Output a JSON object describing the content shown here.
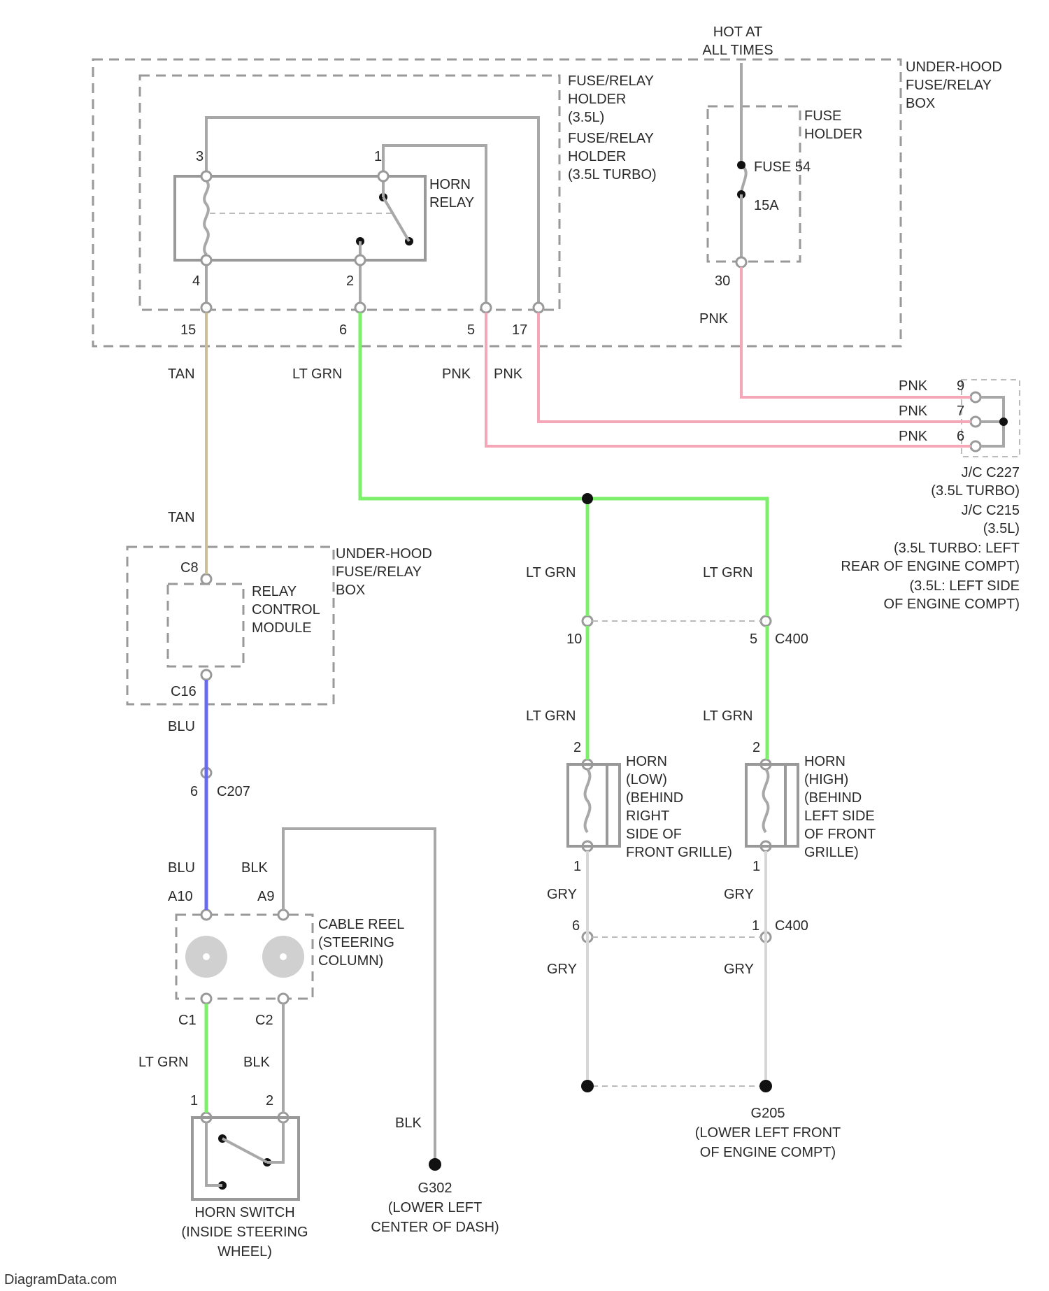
{
  "labels": {
    "hot_at_all_times_1": "HOT AT",
    "hot_at_all_times_2": "ALL TIMES",
    "underhood_box_1": "UNDER-HOOD",
    "underhood_box_2": "FUSE/RELAY",
    "underhood_box_3": "BOX",
    "fuse_holder_35_1": "FUSE/RELAY",
    "fuse_holder_35_2": "HOLDER",
    "fuse_holder_35_3": "(3.5L)",
    "fuse_holder_turbo_1": "FUSE/RELAY",
    "fuse_holder_turbo_2": "HOLDER",
    "fuse_holder_turbo_3": "(3.5L TURBO)",
    "horn_relay_1": "HORN",
    "horn_relay_2": "RELAY",
    "fuse_holder_1": "FUSE",
    "fuse_holder_2": "HOLDER",
    "fuse_name": "FUSE 54",
    "fuse_rating": "15A",
    "pin_3": "3",
    "pin_1": "1",
    "pin_4": "4",
    "pin_2": "2",
    "pin_15": "15",
    "pin_6": "6",
    "pin_5": "5",
    "pin_17": "17",
    "pin_30": "30",
    "wire_tan": "TAN",
    "wire_ltgrn": "LT GRN",
    "wire_pnk": "PNK",
    "wire_blu": "BLU",
    "wire_blk": "BLK",
    "wire_gry": "GRY",
    "jc_pin_9": "9",
    "jc_pin_7": "7",
    "jc_pin_6": "6",
    "jc_1": "J/C C227",
    "jc_2": "(3.5L TURBO)",
    "jc_3": "J/C C215",
    "jc_4": "(3.5L)",
    "jc_5": "(3.5L TURBO: LEFT",
    "jc_6": "REAR OF ENGINE COMPT)",
    "jc_7": "(3.5L: LEFT SIDE",
    "jc_8": "OF ENGINE COMPT)",
    "rcm_box_1": "UNDER-HOOD",
    "rcm_box_2": "FUSE/RELAY",
    "rcm_box_3": "BOX",
    "rcm_1": "RELAY",
    "rcm_2": "CONTROL",
    "rcm_3": "MODULE",
    "pin_c8": "C8",
    "pin_c16": "C16",
    "pin_10": "10",
    "pin_5b": "5",
    "c400": "C400",
    "c207_pin": "6",
    "c207": "C207",
    "pin_a10": "A10",
    "pin_a9": "A9",
    "cable_reel_1": "CABLE REEL",
    "cable_reel_2": "(STEERING",
    "cable_reel_3": "COLUMN)",
    "pin_c1": "C1",
    "pin_c2": "C2",
    "hs_pin_1": "1",
    "hs_pin_2": "2",
    "horn_switch_1": "HORN SWITCH",
    "horn_switch_2": "(INSIDE STEERING",
    "horn_switch_3": "WHEEL)",
    "g302_1": "G302",
    "g302_2": "(LOWER LEFT",
    "g302_3": "CENTER OF DASH)",
    "horn_low_1": "HORN",
    "horn_low_2": "(LOW)",
    "horn_low_3": "(BEHIND",
    "horn_low_4": "RIGHT",
    "horn_low_5": "SIDE OF",
    "horn_low_6": "FRONT GRILLE)",
    "horn_high_1": "HORN",
    "horn_high_2": "(HIGH)",
    "horn_high_3": "(BEHIND",
    "horn_high_4": "LEFT SIDE",
    "horn_high_5": "OF FRONT",
    "horn_high_6": "GRILLE)",
    "hl_pin_2": "2",
    "hl_pin_1": "1",
    "hh_pin_2": "2",
    "hh_pin_1": "1",
    "c400b_pin_6": "6",
    "c400b_pin_1": "1",
    "c400b": "C400",
    "g205_1": "G205",
    "g205_2": "(LOWER LEFT FRONT",
    "g205_3": "OF ENGINE COMPT)"
  },
  "footer": "DiagramData.com",
  "colors": {
    "tan": "#cbbf9a",
    "lt_grn": "#7cf06a",
    "blu": "#6a6af0",
    "pnk": "#f5a7b8",
    "gry": "#d6d6d6",
    "blk": "#a8a8a8"
  }
}
